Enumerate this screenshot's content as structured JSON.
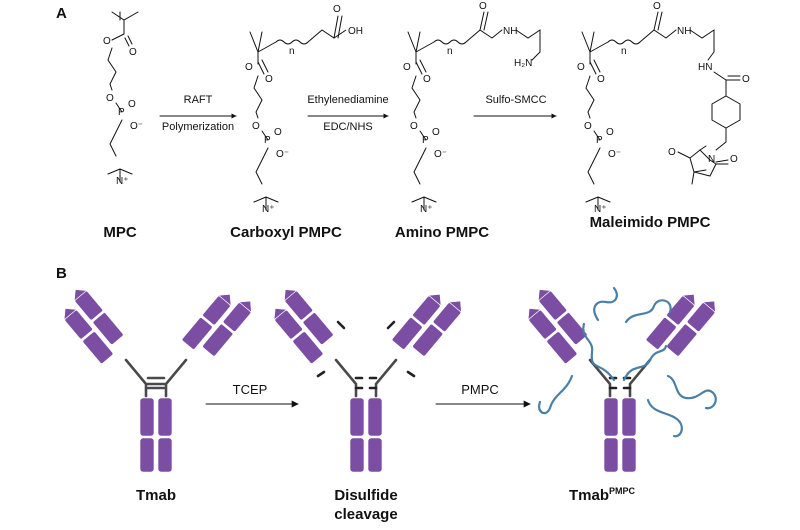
{
  "panels": {
    "a": {
      "letter": "A"
    },
    "b": {
      "letter": "B"
    }
  },
  "compounds": [
    {
      "name": "MPC"
    },
    {
      "name": "Carboxyl PMPC"
    },
    {
      "name": "Amino PMPC"
    },
    {
      "name": "Maleimido PMPC"
    }
  ],
  "reactions": [
    {
      "line1": "RAFT",
      "line2": "Polymerization"
    },
    {
      "line1": "Ethylenediamine",
      "line2": "EDC/NHS"
    },
    {
      "line1": "Sulfo-SMCC",
      "line2": ""
    }
  ],
  "atoms": {
    "O": "O",
    "P": "P",
    "N": "N",
    "H": "H",
    "OH": "OH",
    "NH": "NH",
    "HN": "HN",
    "H2N": "H₂N",
    "O_minus": "O⁻",
    "N_plus": "N⁺",
    "n": "n"
  },
  "antibody_states": [
    {
      "line1": "Tmab",
      "line2": ""
    },
    {
      "line1": "Disulfide",
      "line2": "cleavage"
    },
    {
      "line1": "Tmab",
      "sup": "PMPC"
    }
  ],
  "steps": [
    {
      "label": "TCEP"
    },
    {
      "label": "PMPC"
    }
  ],
  "colors": {
    "antibody": "#7b4ea3",
    "hinge": "#4a4a4a",
    "polymer": "#4a7fa8",
    "ink": "#111111"
  }
}
